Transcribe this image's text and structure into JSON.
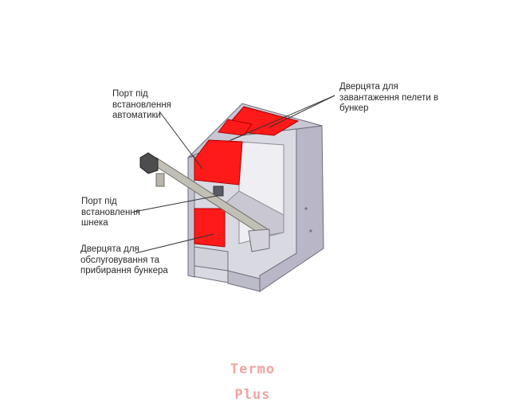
{
  "labels": {
    "automation_port": "Порт під\nвстановлення\nавтоматики",
    "loading_doors": "Дверцята для\nзавантаження пелети в\nбункер",
    "auger_port": "Порт під\nвстановлення\nшнека",
    "service_door": "Дверцята для\nобслуговування та\nприбирання бункера"
  },
  "logo": {
    "line1": "Termo",
    "line2": "Plus"
  },
  "colors": {
    "red": "#ff1a1a",
    "steel_front": "#d8d8e0",
    "steel_side": "#b8b6c6",
    "steel_top": "#c9c8d4",
    "inside": "#ececf0",
    "auger": "#c2c0b6",
    "logo": "#f2a3a3"
  }
}
